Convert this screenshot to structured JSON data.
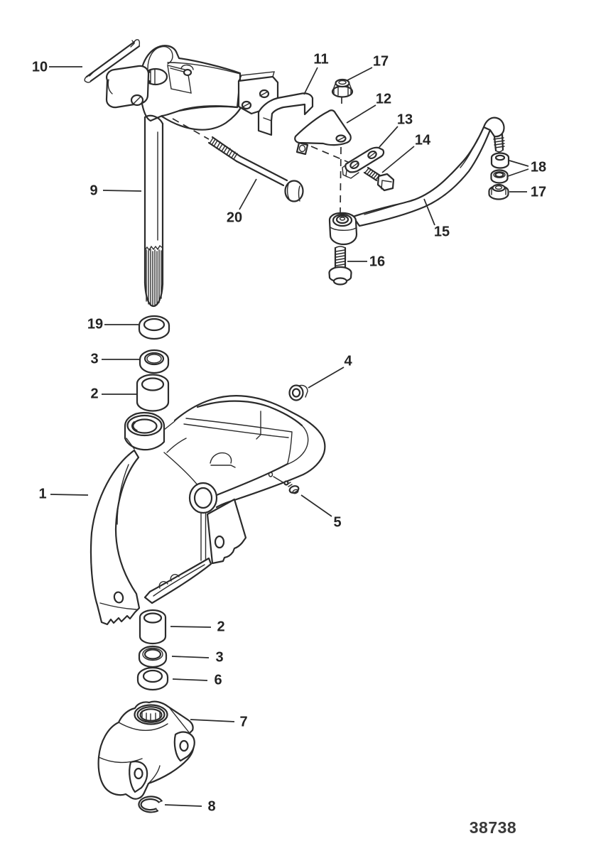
{
  "diagram": {
    "figure_number": "38738",
    "ink_color": "#2b2b2b",
    "paper_color": "#ffffff",
    "callouts": [
      {
        "id": "callout-10",
        "label": "10"
      },
      {
        "id": "callout-9",
        "label": "9"
      },
      {
        "id": "callout-20",
        "label": "20"
      },
      {
        "id": "callout-11",
        "label": "11"
      },
      {
        "id": "callout-17-top",
        "label": "17"
      },
      {
        "id": "callout-12",
        "label": "12"
      },
      {
        "id": "callout-13",
        "label": "13"
      },
      {
        "id": "callout-14",
        "label": "14"
      },
      {
        "id": "callout-15",
        "label": "15"
      },
      {
        "id": "callout-16",
        "label": "16"
      },
      {
        "id": "callout-18",
        "label": "18"
      },
      {
        "id": "callout-17-right",
        "label": "17"
      },
      {
        "id": "callout-19",
        "label": "19"
      },
      {
        "id": "callout-3-upper",
        "label": "3"
      },
      {
        "id": "callout-2-upper",
        "label": "2"
      },
      {
        "id": "callout-4",
        "label": "4"
      },
      {
        "id": "callout-1",
        "label": "1"
      },
      {
        "id": "callout-5",
        "label": "5"
      },
      {
        "id": "callout-2-lower",
        "label": "2"
      },
      {
        "id": "callout-3-lower",
        "label": "3"
      },
      {
        "id": "callout-6",
        "label": "6"
      },
      {
        "id": "callout-7",
        "label": "7"
      },
      {
        "id": "callout-8",
        "label": "8"
      }
    ]
  }
}
